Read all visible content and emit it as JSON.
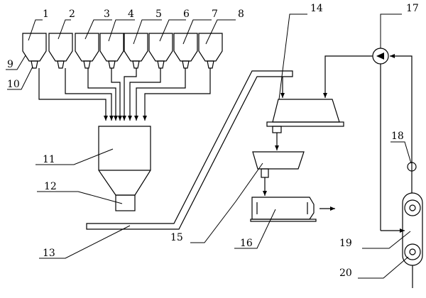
{
  "labels": {
    "l1": "1",
    "l2": "2",
    "l3": "3",
    "l4": "4",
    "l5": "5",
    "l6": "6",
    "l7": "7",
    "l8": "8",
    "l9": "9",
    "l10": "10",
    "l11": "11",
    "l12": "12",
    "l13": "13",
    "l14": "14",
    "l15": "15",
    "l16": "16",
    "l17": "17",
    "l18": "18",
    "l19": "19",
    "l20": "20"
  },
  "colors": {
    "line": "#000000",
    "background": "#ffffff"
  }
}
